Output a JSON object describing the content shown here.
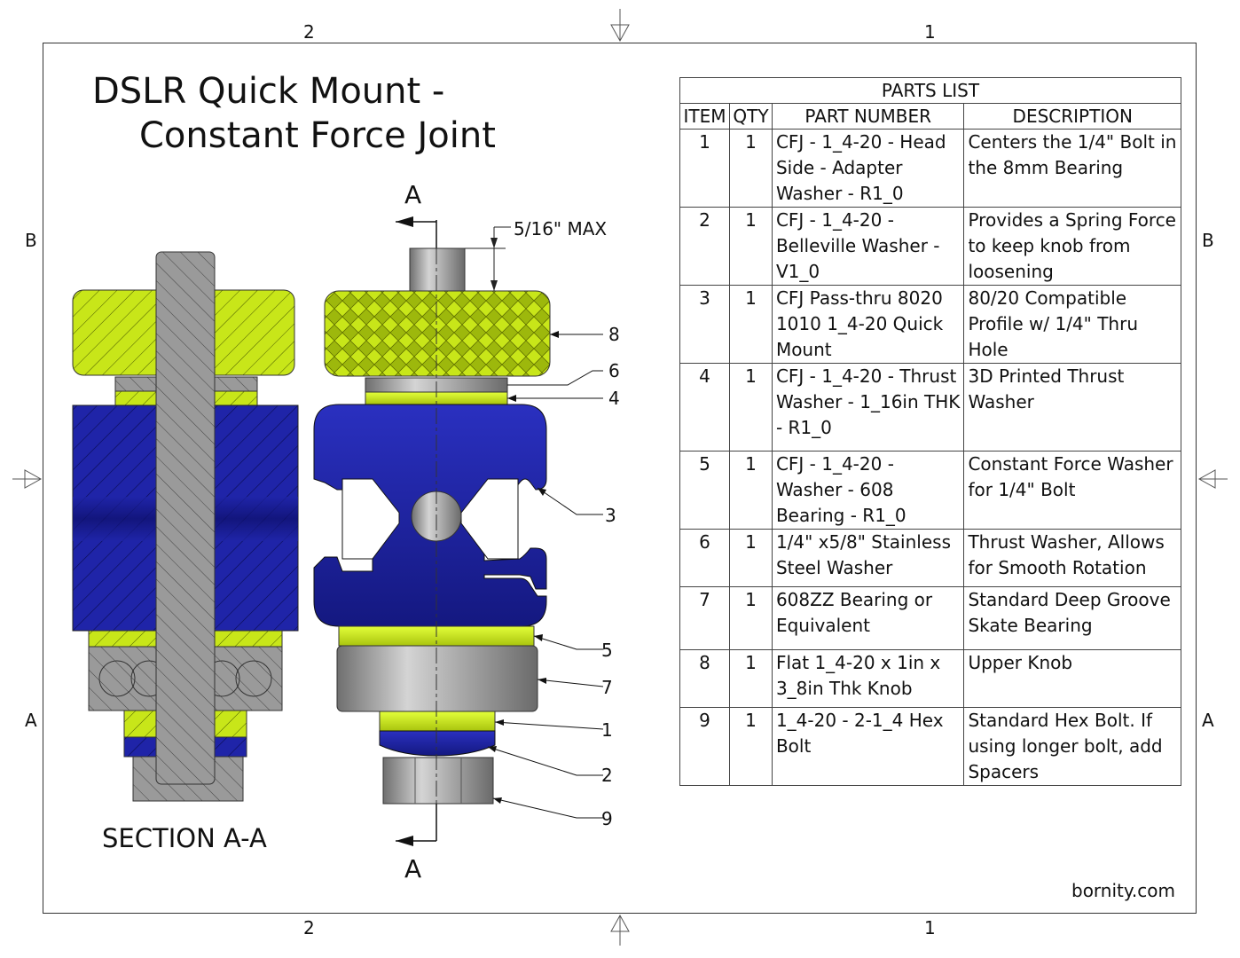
{
  "title": {
    "line1": "DSLR Quick Mount -",
    "line2": "Constant Force Joint"
  },
  "border_zones": {
    "top_left": "2",
    "top_right": "1",
    "bottom_left": "2",
    "bottom_right": "1",
    "left_upper": "B",
    "left_lower": "A",
    "right_upper": "B",
    "right_lower": "A"
  },
  "section": {
    "label": "SECTION A-A",
    "cut_top": "A",
    "cut_bottom": "A"
  },
  "dimension": {
    "label": "5/16\" MAX"
  },
  "callouts": [
    "8",
    "6",
    "4",
    "3",
    "5",
    "7",
    "1",
    "2",
    "9"
  ],
  "parts_list": {
    "caption": "PARTS LIST",
    "headers": [
      "ITEM",
      "QTY",
      "PART NUMBER",
      "DESCRIPTION"
    ],
    "rows": [
      {
        "item": "1",
        "qty": "1",
        "part": "CFJ - 1_4-20 - Head Side - Adapter Washer - R1_0",
        "desc": "Centers the 1/4\" Bolt in the 8mm Bearing"
      },
      {
        "item": "2",
        "qty": "1",
        "part": "CFJ - 1_4-20 - Belleville Washer - V1_0",
        "desc": "Provides a Spring Force to keep knob from loosening"
      },
      {
        "item": "3",
        "qty": "1",
        "part": "CFJ Pass-thru 8020 1010 1_4-20 Quick Mount",
        "desc": "80/20 Compatible Profile w/ 1/4\" Thru Hole"
      },
      {
        "item": "4",
        "qty": "1",
        "part": "CFJ - 1_4-20 - Thrust Washer - 1_16in THK - R1_0",
        "desc": "3D Printed Thrust Washer"
      },
      {
        "item": "5",
        "qty": "1",
        "part": "CFJ - 1_4-20 - Washer - 608 Bearing - R1_0",
        "desc": "Constant Force Washer for 1/4\" Bolt"
      },
      {
        "item": "6",
        "qty": "1",
        "part": "1/4\" x5/8\" Stainless Steel Washer",
        "desc": "Thrust Washer, Allows for Smooth Rotation"
      },
      {
        "item": "7",
        "qty": "1",
        "part": "608ZZ Bearing or Equivalent",
        "desc": "Standard Deep Groove Skate Bearing"
      },
      {
        "item": "8",
        "qty": "1",
        "part": "Flat 1_4-20 x 1in x 3_8in Thk Knob",
        "desc": "Upper Knob"
      },
      {
        "item": "9",
        "qty": "1",
        "part": "1_4-20 - 2-1_4 Hex Bolt",
        "desc": "Standard Hex Bolt. If using longer bolt, add Spacers"
      }
    ]
  },
  "footer": {
    "site": "bornity.com"
  },
  "colors": {
    "printed_yellow": "#c8e619",
    "aluminum_blue": "#1f24a8",
    "steel_gray": "#9a9a9a"
  }
}
